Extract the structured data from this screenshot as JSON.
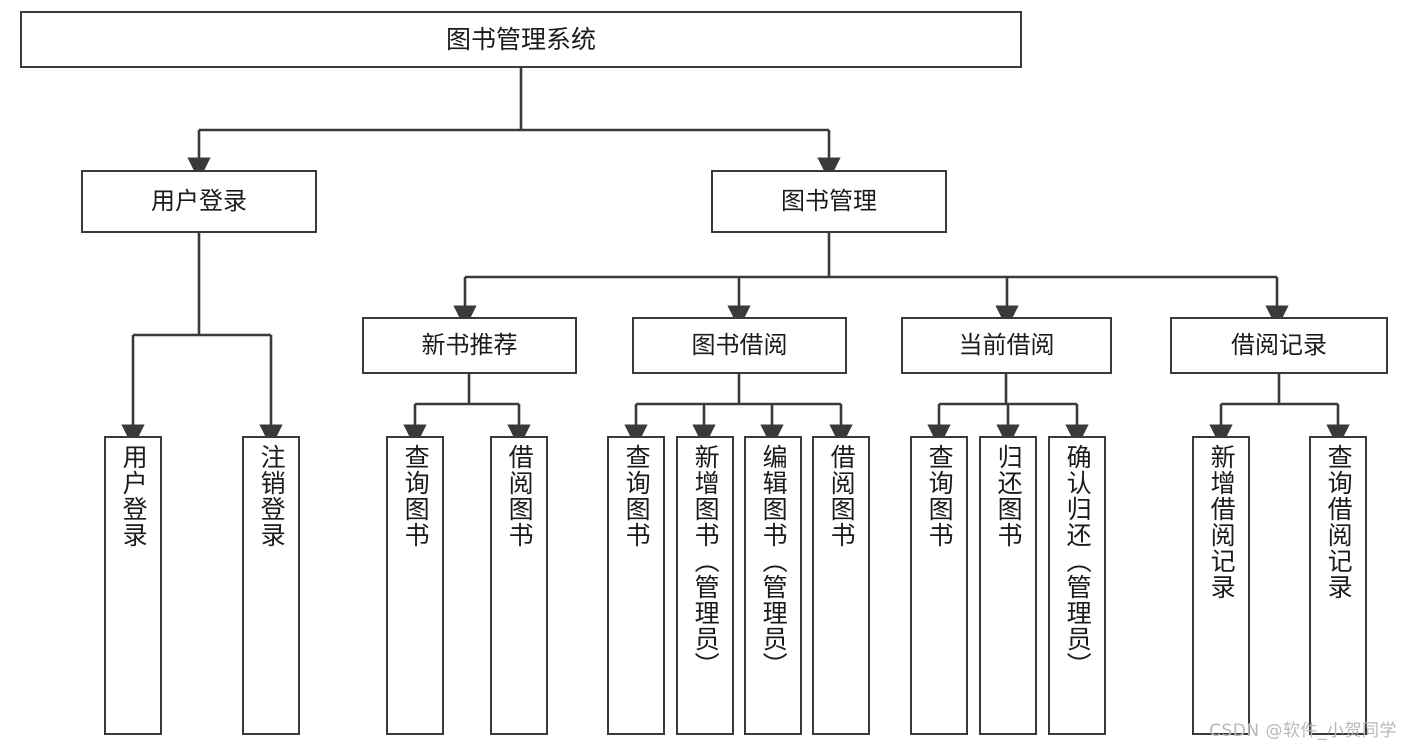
{
  "diagram": {
    "type": "tree",
    "title": "图书管理系统",
    "orientation": "top-down",
    "style": {
      "box_border_color": "#3a3a3a",
      "box_fill_color": "#ffffff",
      "connector_color": "#3a3a3a",
      "text_color": "#1b1b1b",
      "background_color": "#ffffff"
    },
    "nodes": {
      "root": {
        "label": "图书管理系统"
      },
      "tier1": [
        {
          "label": "用户登录"
        },
        {
          "label": "图书管理"
        }
      ],
      "tier2": [
        {
          "label": "新书推荐"
        },
        {
          "label": "图书借阅"
        },
        {
          "label": "当前借阅"
        },
        {
          "label": "借阅记录"
        }
      ],
      "leaves": {
        "user_login": [
          {
            "label": "用户登录"
          },
          {
            "label": "注销登录"
          }
        ],
        "new_book_recommend": [
          {
            "label": "查询图书"
          },
          {
            "label": "借阅图书"
          }
        ],
        "book_borrow": [
          {
            "label": "查询图书"
          },
          {
            "label": "新增图书（管理员）"
          },
          {
            "label": "编辑图书（管理员）"
          },
          {
            "label": "借阅图书"
          }
        ],
        "current_borrow": [
          {
            "label": "查询图书"
          },
          {
            "label": "归还图书"
          },
          {
            "label": "确认归还（管理员）"
          }
        ],
        "borrow_record": [
          {
            "label": "新增借阅记录"
          },
          {
            "label": "查询借阅记录"
          }
        ]
      }
    }
  },
  "watermark": {
    "text": "CSDN @软件_小贺同学"
  }
}
